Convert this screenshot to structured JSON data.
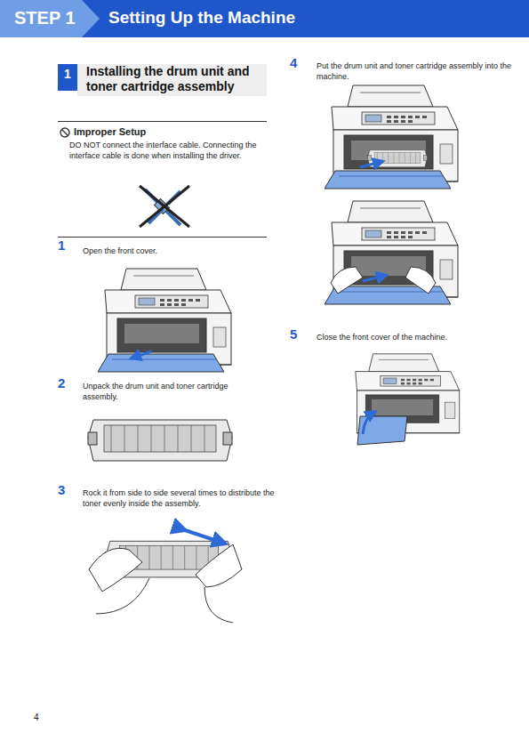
{
  "diagram": {
    "title": "Setting Up the Machine",
    "nodes": [
      {
        "text": [
          "STEP 1"
        ]
      },
      {
        "text": [
          "1",
          "Installing the drum unit and toner cartridge assembly"
        ]
      },
      {
        "text": [
          "Improper Setup",
          "DO NOT connect the interface cable. Connecting the interface cable is done when installing the driver."
        ]
      }
    ],
    "labels": [
      "1",
      "Open the front cover.",
      "2",
      "Unpack the drum unit and toner cartridge assembly.",
      "3",
      "Rock it from side to side several times to distribute the toner evenly inside the assembly.",
      "4",
      "Put the drum unit and toner cartridge assembly into the machine.",
      "5",
      "Close the front cover of the machine.",
      "4"
    ]
  }
}
